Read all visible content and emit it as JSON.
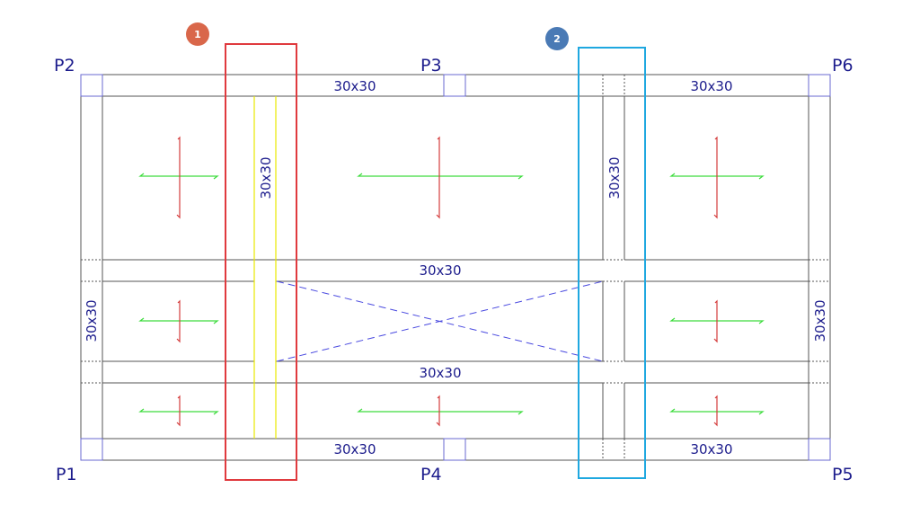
{
  "columns": {
    "p1": "P1",
    "p2": "P2",
    "p3": "P3",
    "p4": "P4",
    "p5": "P5",
    "p6": "P6"
  },
  "beam_labels": {
    "top_left": "30x30",
    "top_right": "30x30",
    "mid_upper": "30x30",
    "mid_lower": "30x30",
    "bottom_left": "30x30",
    "bottom_right": "30x30",
    "left": "30x30",
    "right": "30x30",
    "vertical_1": "30x30",
    "vertical_2": "30x30"
  },
  "markers": [
    {
      "label": "1",
      "color": "#d9674a",
      "frame_color": "#e03a3e"
    },
    {
      "label": "2",
      "color": "#4a7ab5",
      "frame_color": "#1fa8e0"
    }
  ]
}
